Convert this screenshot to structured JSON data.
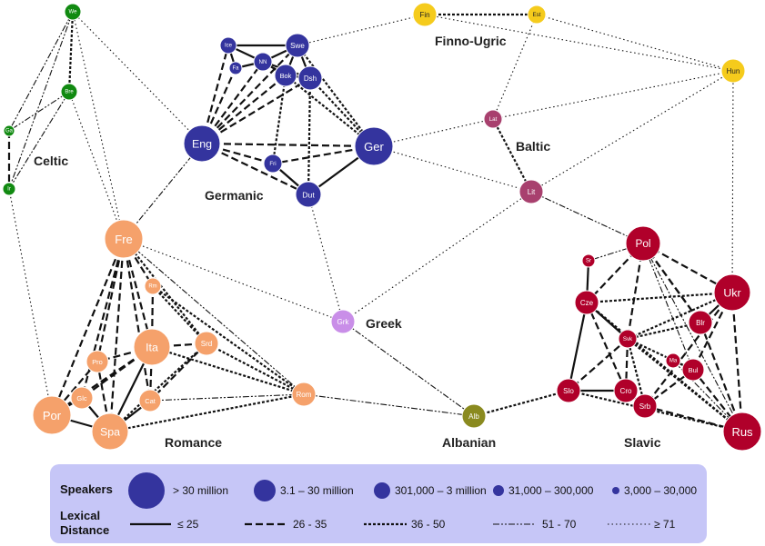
{
  "colors": {
    "germanic": "#34349e",
    "romance": "#f5a16b",
    "slavic": "#b0002a",
    "celtic": "#118a11",
    "finno_ugric": "#f5cb1c",
    "baltic": "#a8406e",
    "greek": "#c98ee8",
    "albanian": "#8a8a1f",
    "legend_bg": "#c6c6f7",
    "legend_circle": "#34349e"
  },
  "nodes": [
    {
      "id": "We",
      "label": "We",
      "group": "celtic"
    },
    {
      "id": "Bre",
      "label": "Bre",
      "group": "celtic"
    },
    {
      "id": "Ga",
      "label": "Ga",
      "group": "celtic"
    },
    {
      "id": "Ir",
      "label": "Ir",
      "group": "celtic"
    },
    {
      "id": "Ice",
      "label": "Ice",
      "group": "germanic"
    },
    {
      "id": "Swe",
      "label": "Swe",
      "group": "germanic"
    },
    {
      "id": "Fa",
      "label": "Fa",
      "group": "germanic"
    },
    {
      "id": "NN",
      "label": "NN",
      "group": "germanic"
    },
    {
      "id": "Bok",
      "label": "Bok",
      "group": "germanic"
    },
    {
      "id": "Dsh",
      "label": "Dsh",
      "group": "germanic"
    },
    {
      "id": "Eng",
      "label": "Eng",
      "group": "germanic"
    },
    {
      "id": "Ger",
      "label": "Ger",
      "group": "germanic"
    },
    {
      "id": "Fri",
      "label": "Fri",
      "group": "germanic"
    },
    {
      "id": "Dut",
      "label": "Dut",
      "group": "germanic"
    },
    {
      "id": "Fin",
      "label": "Fin",
      "group": "finno_ugric"
    },
    {
      "id": "Est",
      "label": "Est",
      "group": "finno_ugric"
    },
    {
      "id": "Hun",
      "label": "Hun",
      "group": "finno_ugric"
    },
    {
      "id": "Lat",
      "label": "Lat",
      "group": "baltic"
    },
    {
      "id": "Lit",
      "label": "Lit",
      "group": "baltic"
    },
    {
      "id": "Fre",
      "label": "Fre",
      "group": "romance"
    },
    {
      "id": "Rm",
      "label": "Rm",
      "group": "romance"
    },
    {
      "id": "Ita",
      "label": "Ita",
      "group": "romance"
    },
    {
      "id": "Srd",
      "label": "Srd",
      "group": "romance"
    },
    {
      "id": "Pro",
      "label": "Pro",
      "group": "romance"
    },
    {
      "id": "Cat",
      "label": "Cat",
      "group": "romance"
    },
    {
      "id": "Glc",
      "label": "Glc",
      "group": "romance"
    },
    {
      "id": "Por",
      "label": "Por",
      "group": "romance"
    },
    {
      "id": "Spa",
      "label": "Spa",
      "group": "romance"
    },
    {
      "id": "Rom",
      "label": "Rom",
      "group": "romance"
    },
    {
      "id": "Grk",
      "label": "Grk",
      "group": "greek"
    },
    {
      "id": "Alb",
      "label": "Alb",
      "group": "albanian"
    },
    {
      "id": "Pol",
      "label": "Pol",
      "group": "slavic"
    },
    {
      "id": "Sr",
      "label": "Sr",
      "group": "slavic"
    },
    {
      "id": "Cze",
      "label": "Cze",
      "group": "slavic"
    },
    {
      "id": "Ukr",
      "label": "Ukr",
      "group": "slavic"
    },
    {
      "id": "Blr",
      "label": "Blr",
      "group": "slavic"
    },
    {
      "id": "Svk",
      "label": "Svk",
      "group": "slavic"
    },
    {
      "id": "Ma",
      "label": "Ma",
      "group": "slavic"
    },
    {
      "id": "Bul",
      "label": "Bul",
      "group": "slavic"
    },
    {
      "id": "Slo",
      "label": "Slo",
      "group": "slavic"
    },
    {
      "id": "Cro",
      "label": "Cro",
      "group": "slavic"
    },
    {
      "id": "Srb",
      "label": "Srb",
      "group": "slavic"
    },
    {
      "id": "Rus",
      "label": "Rus",
      "group": "slavic"
    }
  ],
  "edges": [
    [
      "We",
      "Bre",
      "b3"
    ],
    [
      "We",
      "Ga",
      "b4"
    ],
    [
      "We",
      "Ir",
      "b4"
    ],
    [
      "Bre",
      "Ir",
      "b4"
    ],
    [
      "Bre",
      "Ga",
      "b4"
    ],
    [
      "Ga",
      "Ir",
      "b2"
    ],
    [
      "We",
      "Eng",
      "b5"
    ],
    [
      "We",
      "Fre",
      "b5"
    ],
    [
      "Ir",
      "Por",
      "b5"
    ],
    [
      "Bre",
      "Fre",
      "b5"
    ],
    [
      "Ice",
      "Swe",
      "b1"
    ],
    [
      "Ice",
      "Fa",
      "b1"
    ],
    [
      "Ice",
      "NN",
      "b1"
    ],
    [
      "Fa",
      "NN",
      "b1"
    ],
    [
      "NN",
      "Swe",
      "b1"
    ],
    [
      "NN",
      "Bok",
      "b1"
    ],
    [
      "Bok",
      "Swe",
      "b1"
    ],
    [
      "Bok",
      "Dsh",
      "b1"
    ],
    [
      "Swe",
      "Dsh",
      "b1"
    ],
    [
      "NN",
      "Dsh",
      "b1"
    ],
    [
      "Eng",
      "Ice",
      "b2"
    ],
    [
      "Eng",
      "Fa",
      "b2"
    ],
    [
      "Eng",
      "NN",
      "b2"
    ],
    [
      "Eng",
      "Bok",
      "b2"
    ],
    [
      "Eng",
      "Swe",
      "b2"
    ],
    [
      "Eng",
      "Dsh",
      "b2"
    ],
    [
      "Ger",
      "Dsh",
      "b3"
    ],
    [
      "Ger",
      "Swe",
      "b3"
    ],
    [
      "Ger",
      "Bok",
      "b3"
    ],
    [
      "Dut",
      "Dsh",
      "b3"
    ],
    [
      "Fri",
      "Bok",
      "b3"
    ],
    [
      "Eng",
      "Ger",
      "b2"
    ],
    [
      "Eng",
      "Fri",
      "b2"
    ],
    [
      "Eng",
      "Dut",
      "b2"
    ],
    [
      "Ger",
      "Fri",
      "b2"
    ],
    [
      "Ger",
      "Dut",
      "b1"
    ],
    [
      "Fri",
      "Dut",
      "b1"
    ],
    [
      "Swe",
      "Fin",
      "b5"
    ],
    [
      "Ger",
      "Lat",
      "b5"
    ],
    [
      "Ger",
      "Lit",
      "b5"
    ],
    [
      "Dut",
      "Grk",
      "b5"
    ],
    [
      "Eng",
      "Fre",
      "b4"
    ],
    [
      "Fin",
      "Est",
      "b3"
    ],
    [
      "Est",
      "Hun",
      "b5"
    ],
    [
      "Fin",
      "Hun",
      "b5"
    ],
    [
      "Est",
      "Lat",
      "b5"
    ],
    [
      "Lat",
      "Hun",
      "b5"
    ],
    [
      "Lat",
      "Lit",
      "b3"
    ],
    [
      "Lit",
      "Hun",
      "b5"
    ],
    [
      "Lit",
      "Grk",
      "b5"
    ],
    [
      "Lit",
      "Pol",
      "b4"
    ],
    [
      "Hun",
      "Ukr",
      "b5"
    ],
    [
      "Fre",
      "Rm",
      "b2"
    ],
    [
      "Fre",
      "Ita",
      "b2"
    ],
    [
      "Fre",
      "Srd",
      "b3"
    ],
    [
      "Fre",
      "Pro",
      "b2"
    ],
    [
      "Fre",
      "Cat",
      "b2"
    ],
    [
      "Fre",
      "Glc",
      "b2"
    ],
    [
      "Fre",
      "Por",
      "b2"
    ],
    [
      "Fre",
      "Spa",
      "b2"
    ],
    [
      "Fre",
      "Rom",
      "b4"
    ],
    [
      "Fre",
      "Grk",
      "b5"
    ],
    [
      "Rm",
      "Ita",
      "b2"
    ],
    [
      "Rm",
      "Srd",
      "b3"
    ],
    [
      "Rm",
      "Rom",
      "b3"
    ],
    [
      "Ita",
      "Srd",
      "b2"
    ],
    [
      "Ita",
      "Pro",
      "b2"
    ],
    [
      "Ita",
      "Cat",
      "b2"
    ],
    [
      "Ita",
      "Spa",
      "b1"
    ],
    [
      "Ita",
      "Por",
      "b2"
    ],
    [
      "Ita",
      "Rom",
      "b3"
    ],
    [
      "Ita",
      "Glc",
      "b2"
    ],
    [
      "Srd",
      "Cat",
      "b2"
    ],
    [
      "Srd",
      "Spa",
      "b3"
    ],
    [
      "Srd",
      "Rom",
      "b3"
    ],
    [
      "Pro",
      "Spa",
      "b2"
    ],
    [
      "Pro",
      "Por",
      "b2"
    ],
    [
      "Cat",
      "Spa",
      "b1"
    ],
    [
      "Glc",
      "Spa",
      "b1"
    ],
    [
      "Glc",
      "Por",
      "b1"
    ],
    [
      "Por",
      "Spa",
      "b1"
    ],
    [
      "Spa",
      "Rom",
      "b3"
    ],
    [
      "Cat",
      "Rom",
      "b4"
    ],
    [
      "Grk",
      "Alb",
      "b4"
    ],
    [
      "Rom",
      "Alb",
      "b4"
    ],
    [
      "Alb",
      "Slo",
      "b3"
    ],
    [
      "Pol",
      "Sr",
      "b4"
    ],
    [
      "Pol",
      "Ukr",
      "b2"
    ],
    [
      "Pol",
      "Cze",
      "b2"
    ],
    [
      "Pol",
      "Svk",
      "b2"
    ],
    [
      "Pol",
      "Blr",
      "b2"
    ],
    [
      "Pol",
      "Rus",
      "b4"
    ],
    [
      "Pol",
      "Bul",
      "b4"
    ],
    [
      "Sr",
      "Cze",
      "b1"
    ],
    [
      "Cze",
      "Svk",
      "b1"
    ],
    [
      "Cze",
      "Ukr",
      "b3"
    ],
    [
      "Cze",
      "Slo",
      "b1"
    ],
    [
      "Cze",
      "Cro",
      "b2"
    ],
    [
      "Cze",
      "Rus",
      "b3"
    ],
    [
      "Ukr",
      "Blr",
      "b1"
    ],
    [
      "Ukr",
      "Rus",
      "b2"
    ],
    [
      "Ukr",
      "Bul",
      "b2"
    ],
    [
      "Ukr",
      "Srb",
      "b2"
    ],
    [
      "Ukr",
      "Svk",
      "b3"
    ],
    [
      "Blr",
      "Rus",
      "b2"
    ],
    [
      "Blr",
      "Svk",
      "b3"
    ],
    [
      "Svk",
      "Slo",
      "b2"
    ],
    [
      "Svk",
      "Cro",
      "b2"
    ],
    [
      "Svk",
      "Srb",
      "b3"
    ],
    [
      "Svk",
      "Bul",
      "b3"
    ],
    [
      "Svk",
      "Rus",
      "b3"
    ],
    [
      "Ma",
      "Bul",
      "b1"
    ],
    [
      "Bul",
      "Srb",
      "b2"
    ],
    [
      "Bul",
      "Rus",
      "b2"
    ],
    [
      "Slo",
      "Cro",
      "b1"
    ],
    [
      "Cro",
      "Srb",
      "b1"
    ],
    [
      "Srb",
      "Rus",
      "b2"
    ],
    [
      "Slo",
      "Rus",
      "b3"
    ],
    [
      "Ma",
      "Rus",
      "b4"
    ],
    [
      "Pol",
      "Blr",
      "b2"
    ]
  ],
  "groups": [
    {
      "id": "celtic",
      "label": "Celtic"
    },
    {
      "id": "germanic",
      "label": "Germanic"
    },
    {
      "id": "finno_ugric",
      "label": "Finno-Ugric"
    },
    {
      "id": "baltic",
      "label": "Baltic"
    },
    {
      "id": "greek",
      "label": "Greek"
    },
    {
      "id": "romance",
      "label": "Romance"
    },
    {
      "id": "albanian",
      "label": "Albanian"
    },
    {
      "id": "slavic",
      "label": "Slavic"
    }
  ],
  "legend": {
    "speakers_title": "Speakers",
    "distance_title_line1": "Lexical",
    "distance_title_line2": "Distance",
    "speakers": [
      {
        "size_class": "s1",
        "label": "> 30 million"
      },
      {
        "size_class": "s2",
        "label": "3.1 – 30 million"
      },
      {
        "size_class": "s3",
        "label": "301,000 – 3 million"
      },
      {
        "size_class": "s4",
        "label": "31,000 – 300,000"
      },
      {
        "size_class": "s5",
        "label": "3,000 – 30,000"
      }
    ],
    "distances": [
      {
        "style": "b1",
        "label": "≤ 25"
      },
      {
        "style": "b2",
        "label": "26 - 35"
      },
      {
        "style": "b3",
        "label": "36 - 50"
      },
      {
        "style": "b4",
        "label": "51 - 70"
      },
      {
        "style": "b5",
        "label": "≥ 71"
      }
    ]
  }
}
